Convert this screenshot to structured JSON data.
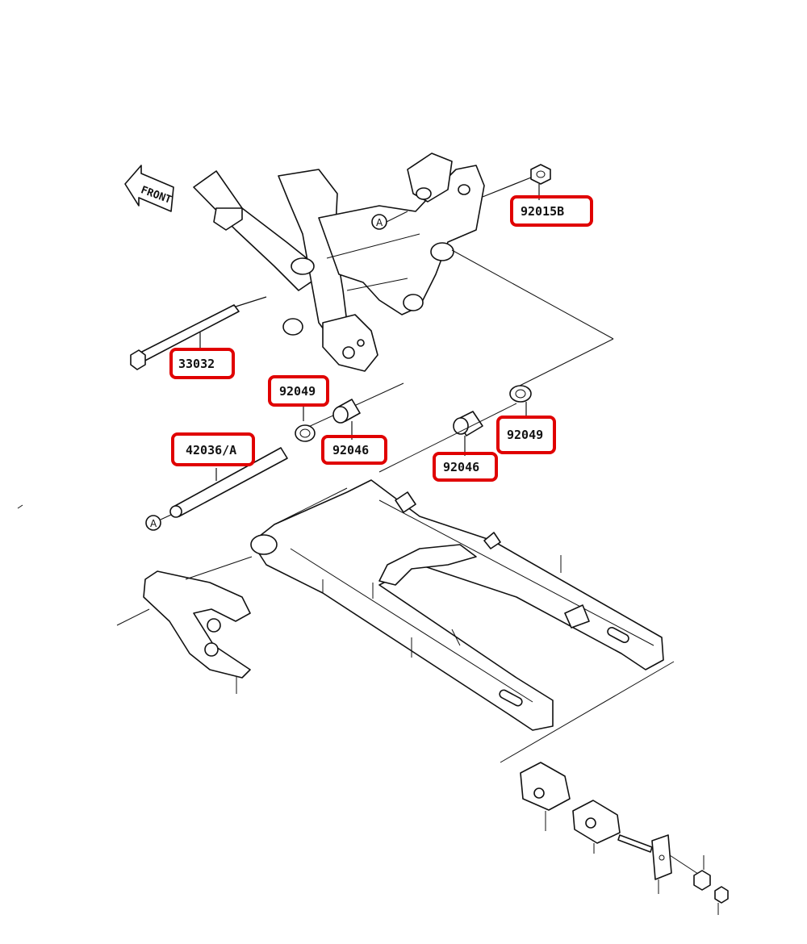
{
  "front_label": "FRONT",
  "ref_marker": "A",
  "part_numbers": {
    "p92015B": "92015B",
    "p33032": "33032",
    "p92049_left": "92049",
    "p42036A": "42036/A",
    "p92046_left": "92046",
    "p92046_right": "92046",
    "p92049_right": "92049"
  },
  "colors": {
    "callout_outline": "#e00000",
    "line_art": "#111111",
    "background": "#ffffff"
  }
}
